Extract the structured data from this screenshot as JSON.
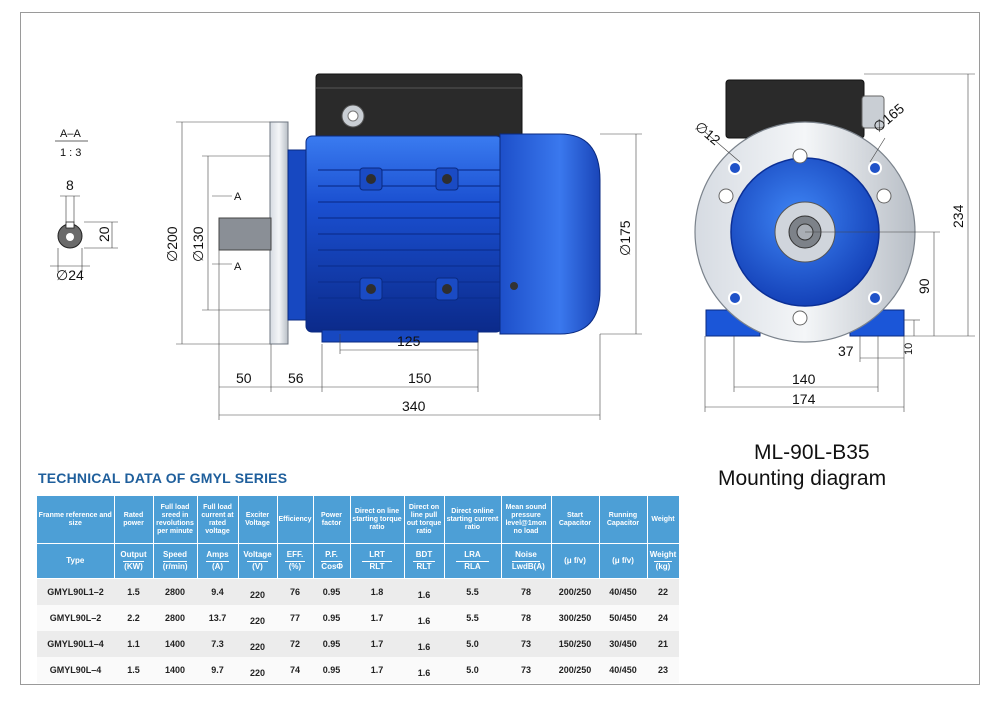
{
  "section_view": {
    "label_top": "A–A",
    "label_bottom": "1 : 3",
    "dim_width": "8",
    "dim_height": "20",
    "dim_diameter": "∅24"
  },
  "side_view": {
    "dim_flange_dia": "∅200",
    "dim_spigot_dia": "∅130",
    "dim_body_dia": "∅175",
    "dim_foot_bolt": "125",
    "dim_shaft_len": "50",
    "dim_flange_to_foot": "56",
    "dim_foot_span": "150",
    "dim_total_len": "340",
    "section_mark": "A"
  },
  "end_view": {
    "dim_hole": "∅12",
    "dim_pcd": "∅165",
    "dim_height_total": "234",
    "dim_shaft_height": "90",
    "dim_foot_thick": "10",
    "dim_foot_edge": "37",
    "dim_foot_holes": "140",
    "dim_foot_width": "174"
  },
  "title": {
    "model": "ML-90L-B35",
    "subtitle": "Mounting diagram"
  },
  "table": {
    "title": "TECHNICAL DATA OF GMYL SERIES",
    "header1": [
      "Franme reference and size",
      "Rated power",
      "Full load sreed in revolutions per minute",
      "Full load current at rated voltage",
      "Exciter Voltage",
      "Efficiency",
      "Power factor",
      "Direct on line starting torque ratio",
      "Direct on line pull out torque ratio",
      "Direct online starting current ratio",
      "Mean sound pressure level@1mon no load",
      "Start Capacitor",
      "Running Capacitor",
      "Weight"
    ],
    "header2": [
      [
        "Type",
        ""
      ],
      [
        "Output",
        "(KW)"
      ],
      [
        "Speed",
        "(r/min)"
      ],
      [
        "Amps",
        "(A)"
      ],
      [
        "Voltage",
        "(V)"
      ],
      [
        "EFF.",
        "(%)"
      ],
      [
        "P.F.",
        "CosΦ"
      ],
      [
        "LRT",
        "RLT"
      ],
      [
        "BDT",
        "RLT"
      ],
      [
        "LRA",
        "RLA"
      ],
      [
        "Noise",
        "LwdB(A)"
      ],
      [
        "(μ f/v)",
        ""
      ],
      [
        "(μ f/v)",
        ""
      ],
      [
        "Weight",
        "(kg)"
      ]
    ],
    "rows": [
      [
        "GMYL90L1–2",
        "1.5",
        "2800",
        "9.4",
        "220",
        "76",
        "0.95",
        "1.8",
        "1.6",
        "5.5",
        "78",
        "200/250",
        "40/450",
        "22"
      ],
      [
        "GMYL90L–2",
        "2.2",
        "2800",
        "13.7",
        "220",
        "77",
        "0.95",
        "1.7",
        "1.6",
        "5.5",
        "78",
        "300/250",
        "50/450",
        "24"
      ],
      [
        "GMYL90L1–4",
        "1.1",
        "1400",
        "7.3",
        "220",
        "72",
        "0.95",
        "1.7",
        "1.6",
        "5.0",
        "73",
        "150/250",
        "30/450",
        "21"
      ],
      [
        "GMYL90L–4",
        "1.5",
        "1400",
        "9.7",
        "220",
        "74",
        "0.95",
        "1.7",
        "1.6",
        "5.0",
        "73",
        "200/250",
        "40/450",
        "23"
      ]
    ]
  },
  "colors": {
    "motor_blue": "#1f52c8",
    "table_header": "#4d9fd6",
    "title_blue": "#1f5f9c"
  }
}
